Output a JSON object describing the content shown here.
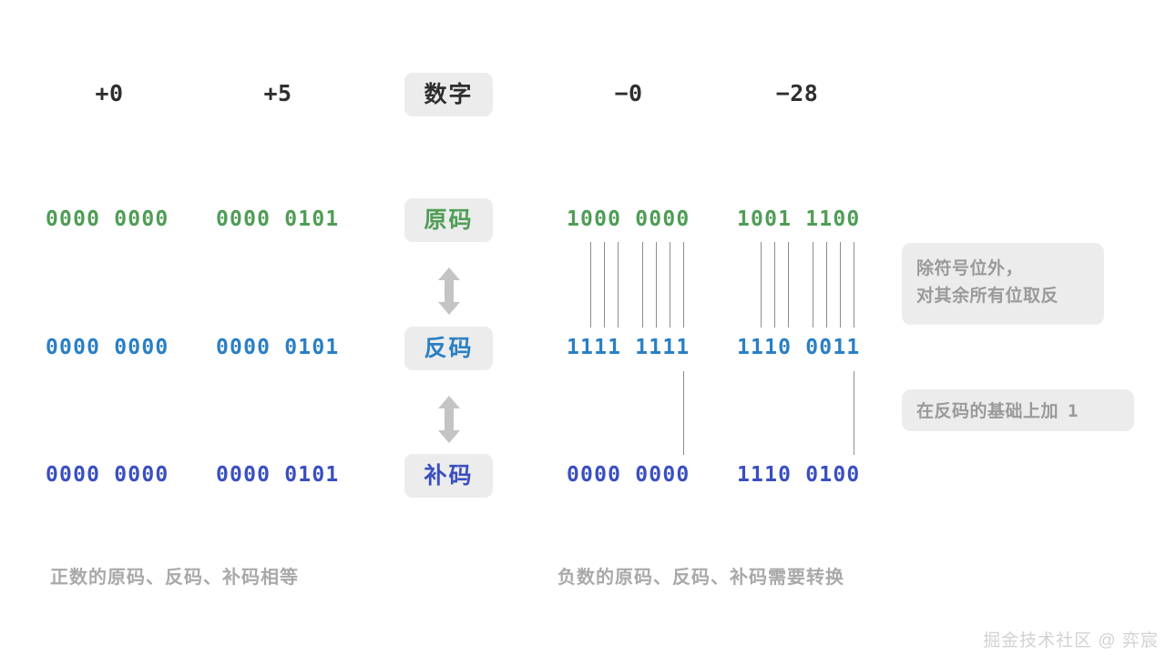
{
  "columns": {
    "header_labels": [
      "+0",
      "+5",
      "数字",
      "−0",
      "−28"
    ]
  },
  "rows": [
    {
      "label": "原码",
      "color": "#4f9d56",
      "cells": [
        "0000 0000",
        "0000 0101",
        "1000 0000",
        "1001 1100"
      ]
    },
    {
      "label": "反码",
      "color": "#2a7fc4",
      "cells": [
        "0000 0000",
        "0000 0101",
        "1111 1111",
        "1110 0011"
      ]
    },
    {
      "label": "补码",
      "color": "#3a4fbf",
      "cells": [
        "0000 0000",
        "0000 0101",
        "0000 0000",
        "1110 0100"
      ]
    }
  ],
  "arrows": {
    "icon_name": "up-down-arrow-icon",
    "color": "#c4c4c4"
  },
  "notes": [
    {
      "lines": [
        "除符号位外，",
        "对其余所有位取反"
      ],
      "mono_suffix": ""
    },
    {
      "lines": [
        "在反码的基础上加"
      ],
      "mono_suffix": "1"
    }
  ],
  "captions": {
    "left": "正数的原码、反码、补码相等",
    "right": "负数的原码、反码、补码需要转换"
  },
  "watermark": "掘金技术社区 @ 弈宸",
  "theme": {
    "background": "#ffffff",
    "pill_bg": "#ececec",
    "note_bg": "#ececec",
    "tick_color": "#8d8d8d",
    "caption_color": "#a9a9a9",
    "header_color": "#2f2f2f"
  }
}
